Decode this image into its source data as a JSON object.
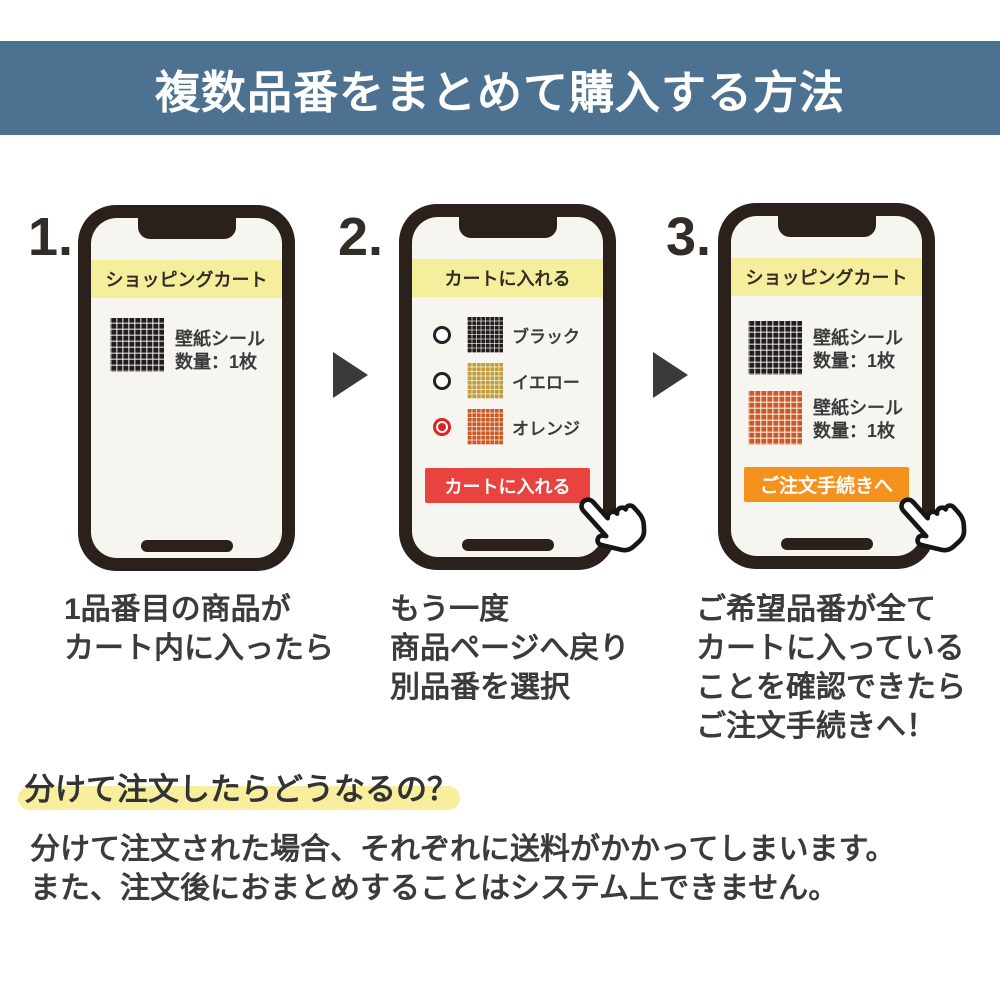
{
  "header": {
    "title": "複数品番をまとめて購入する方法"
  },
  "steps": [
    {
      "number": "1.",
      "screen_header": "ショッピングカート",
      "items": [
        {
          "swatch": "black",
          "name": "壁紙シール",
          "qty": "数量：1枚"
        }
      ],
      "caption": [
        "1品番目の商品が",
        "カート内に入ったら"
      ]
    },
    {
      "number": "2.",
      "screen_header": "カートに入れる",
      "options": [
        {
          "swatch": "black",
          "label": "ブラック",
          "selected": false
        },
        {
          "swatch": "yellow",
          "label": "イエロー",
          "selected": false
        },
        {
          "swatch": "orange",
          "label": "オレンジ",
          "selected": true
        }
      ],
      "button": {
        "label": "カートに入れる"
      },
      "caption": [
        "もう一度",
        "商品ページへ戻り",
        "別品番を選択"
      ]
    },
    {
      "number": "3.",
      "screen_header": "ショッピングカート",
      "items": [
        {
          "swatch": "black",
          "name": "壁紙シール",
          "qty": "数量：1枚"
        },
        {
          "swatch": "orange",
          "name": "壁紙シール",
          "qty": "数量：1枚"
        }
      ],
      "button": {
        "label": "ご注文手続きへ"
      },
      "caption": [
        "ご希望品番が全て",
        "カートに入っている",
        "ことを確認できたら",
        "ご注文手続きへ！"
      ]
    }
  ],
  "faq": {
    "heading": "分けて注文したらどうなるの？",
    "body": [
      "分けて注文された場合、それぞれに送料がかかってしまいます。",
      "また、注文後におまとめすることはシステム上できません。"
    ]
  },
  "colors": {
    "banner": "#4c7191",
    "band": "#f5ee9d",
    "frame": "#2b211c",
    "red": "#e8433e",
    "orange": "#f5911d",
    "hl": "#f8ef9e"
  }
}
